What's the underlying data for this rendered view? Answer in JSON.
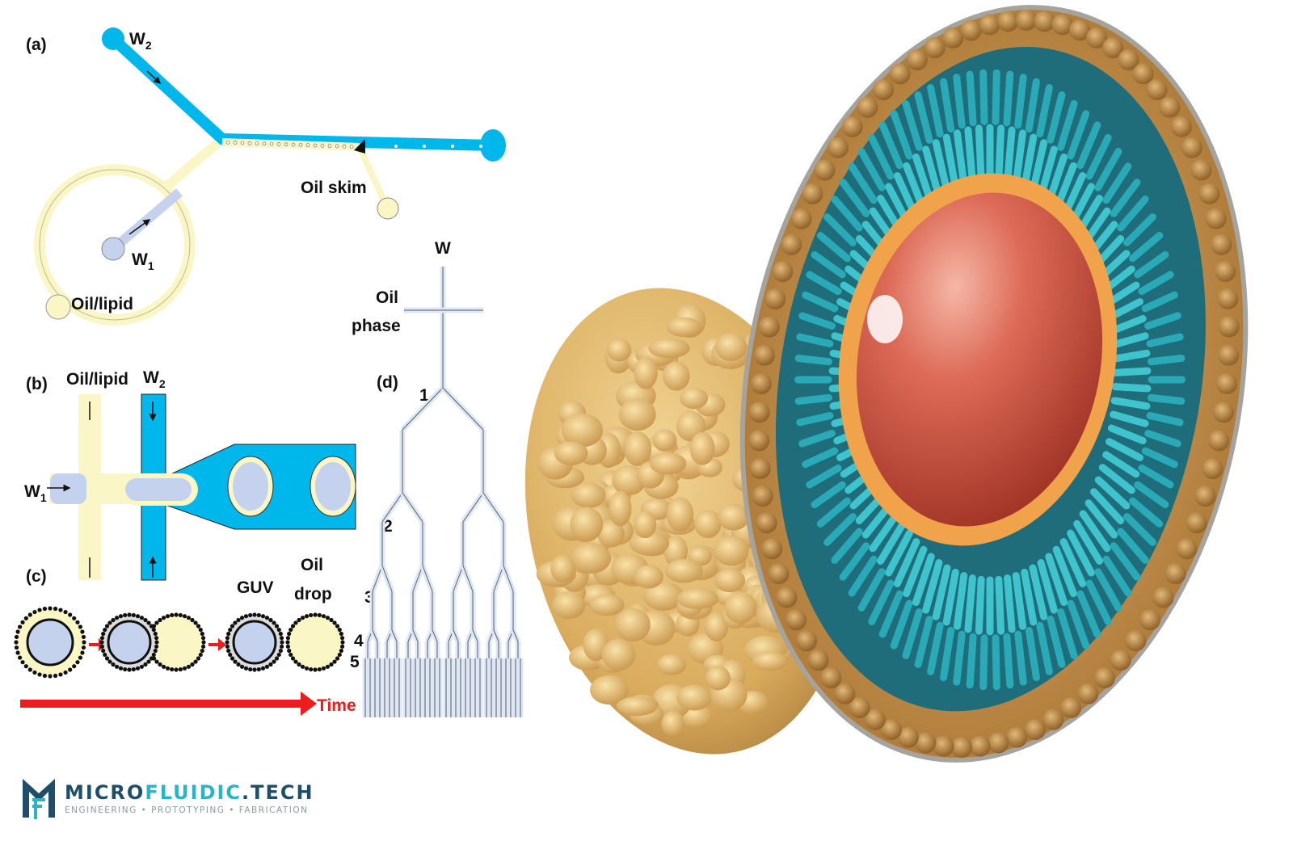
{
  "panels": {
    "a": {
      "label": "(a)",
      "w2": "W",
      "w2_sub": "2",
      "w1": "W",
      "w1_sub": "1",
      "oil_skim": "Oil skim",
      "oil_lipid": "Oil/lipid"
    },
    "b": {
      "label": "(b)",
      "oil_lipid": "Oil/lipid",
      "w2": "W",
      "w2_sub": "2",
      "w1": "W",
      "w1_sub": "1"
    },
    "c": {
      "label": "(c)",
      "guv": "GUV",
      "oil_drop_1": "Oil",
      "oil_drop_2": "drop",
      "time": "Time"
    },
    "d": {
      "label": "(d)",
      "w": "W",
      "oil_phase_1": "Oil",
      "oil_phase_2": "phase",
      "levels": [
        "1",
        "2",
        "3",
        "4",
        "5"
      ]
    }
  },
  "logo": {
    "name_part1": "MICRO",
    "name_part2": "FLUIDIC",
    "name_part3": ".TECH",
    "tagline": "ENGINEERING • PROTOTYPING • FABRICATION"
  },
  "colors": {
    "water": "#00b7ec",
    "oil": "#fbf6c6",
    "inner": "#b9c9ec",
    "arrow": "#ee1c1c"
  }
}
